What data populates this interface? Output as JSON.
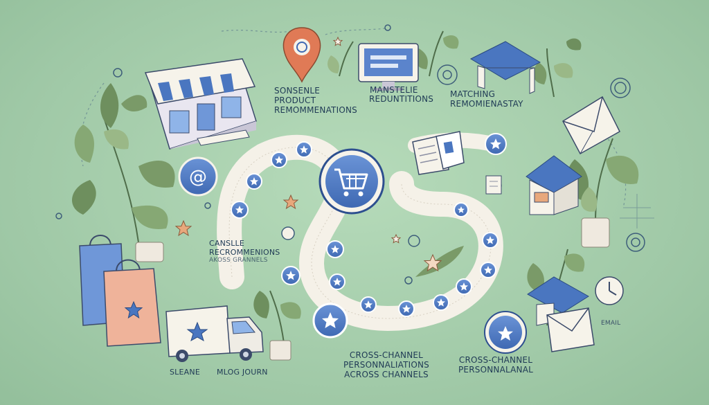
{
  "labels": {
    "top_left_line1": "SONSENLE",
    "top_left_line2": "PRODUCT",
    "top_left_line3": "REMOMMENATIONS",
    "top_center_line1": "MANSTELIE",
    "top_center_line2": "REDUNTITIONS",
    "top_right_line1": "MATCHING",
    "top_right_line2": "REMOMIENASTAY",
    "mid_left_line1": "CANSLLE",
    "mid_left_line2": "RECROMMENIONS",
    "mid_left_line3": "AKOSS GRANNELS",
    "bottom_center_line1": "CROSS-CHANNEL",
    "bottom_center_line2": "PERSONNALIATIONS",
    "bottom_center_line3": "ACROSS CHANNELS",
    "bottom_right_line1": "CROSS-CHANNEL",
    "bottom_right_line2": "PERSONNALANAL",
    "bottom_left_a": "SLEANE",
    "bottom_left_b": "MLOG JOURN",
    "side_right": "EMAIL"
  },
  "icons": [
    "storefront-icon",
    "location-pin-icon",
    "monitor-icon",
    "awning-shop-icon",
    "envelope-icon",
    "at-sign-icon",
    "shopping-cart-icon",
    "shopping-bags-icon",
    "delivery-truck-icon",
    "document-icon",
    "star-icon",
    "plant-icon",
    "clock-icon"
  ],
  "colors": {
    "background": "#a8cfae",
    "accent_blue": "#4a76c0",
    "path_cream": "#f5f1e8",
    "pin_orange": "#e07a56",
    "star_peach": "#e8a87c",
    "text_navy": "#1f3a55"
  }
}
